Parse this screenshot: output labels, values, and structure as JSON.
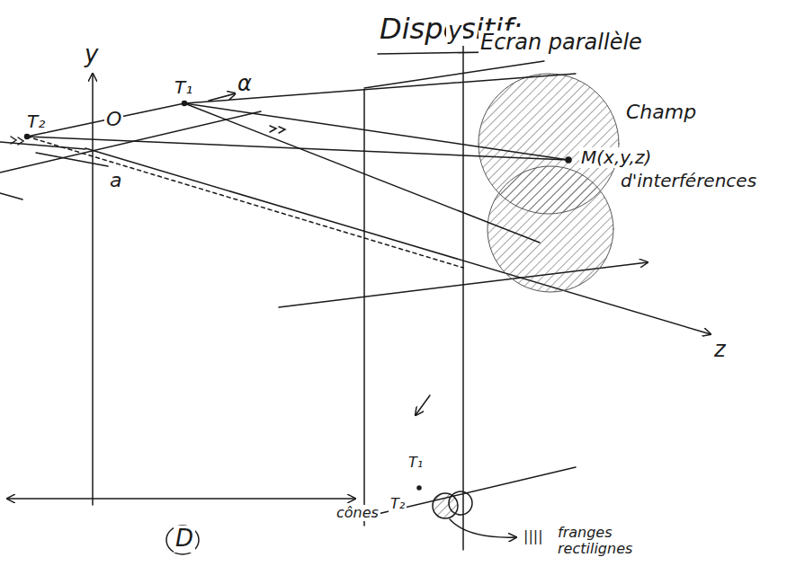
{
  "diagram": {
    "title": "Dispositif:",
    "labels": [
      "y",
      "O",
      "T₂",
      "T₁",
      "a",
      "α",
      "y",
      "Ecran parallèle",
      "Champ",
      "M(x,y,z)",
      "d'interférences",
      "z",
      "D",
      "T₁",
      "T₂",
      "cônes",
      "||||",
      "franges rectilignes"
    ]
  }
}
